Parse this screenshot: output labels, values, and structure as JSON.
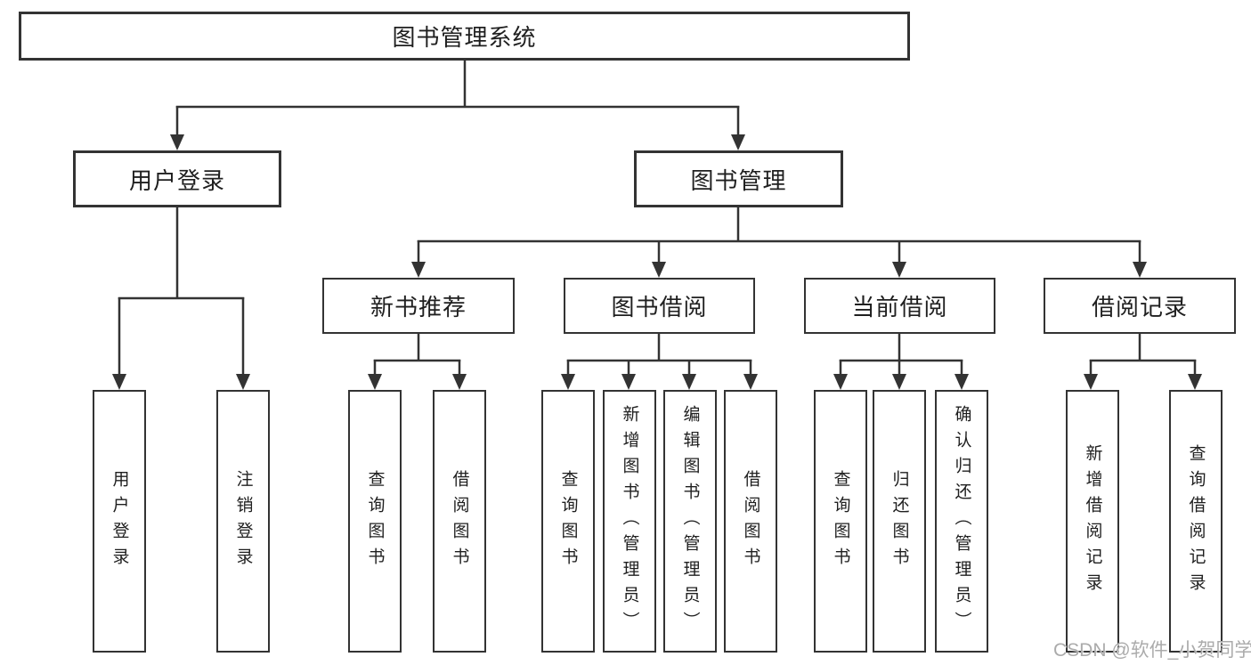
{
  "tree": {
    "label": "图书管理系统",
    "children": [
      {
        "label": "用户登录",
        "children": [
          {
            "label": "用户登录"
          },
          {
            "label": "注销登录"
          }
        ]
      },
      {
        "label": "图书管理",
        "children": [
          {
            "label": "新书推荐",
            "children": [
              {
                "label": "查询图书"
              },
              {
                "label": "借阅图书"
              }
            ]
          },
          {
            "label": "图书借阅",
            "children": [
              {
                "label": "查询图书"
              },
              {
                "label": "新增图书（管理员）"
              },
              {
                "label": "编辑图书（管理员）"
              },
              {
                "label": "借阅图书"
              }
            ]
          },
          {
            "label": "当前借阅",
            "children": [
              {
                "label": "查询图书"
              },
              {
                "label": "归还图书"
              },
              {
                "label": "确认归还（管理员）"
              }
            ]
          },
          {
            "label": "借阅记录",
            "children": [
              {
                "label": "新增借阅记录"
              },
              {
                "label": "查询借阅记录"
              }
            ]
          }
        ]
      }
    ]
  },
  "watermark": {
    "text": "CSDN @软件_小贺同学"
  },
  "colors": {
    "line": "#333333",
    "text": "#1f1f1f",
    "watermark": "#ababab",
    "background": "#ffffff"
  }
}
